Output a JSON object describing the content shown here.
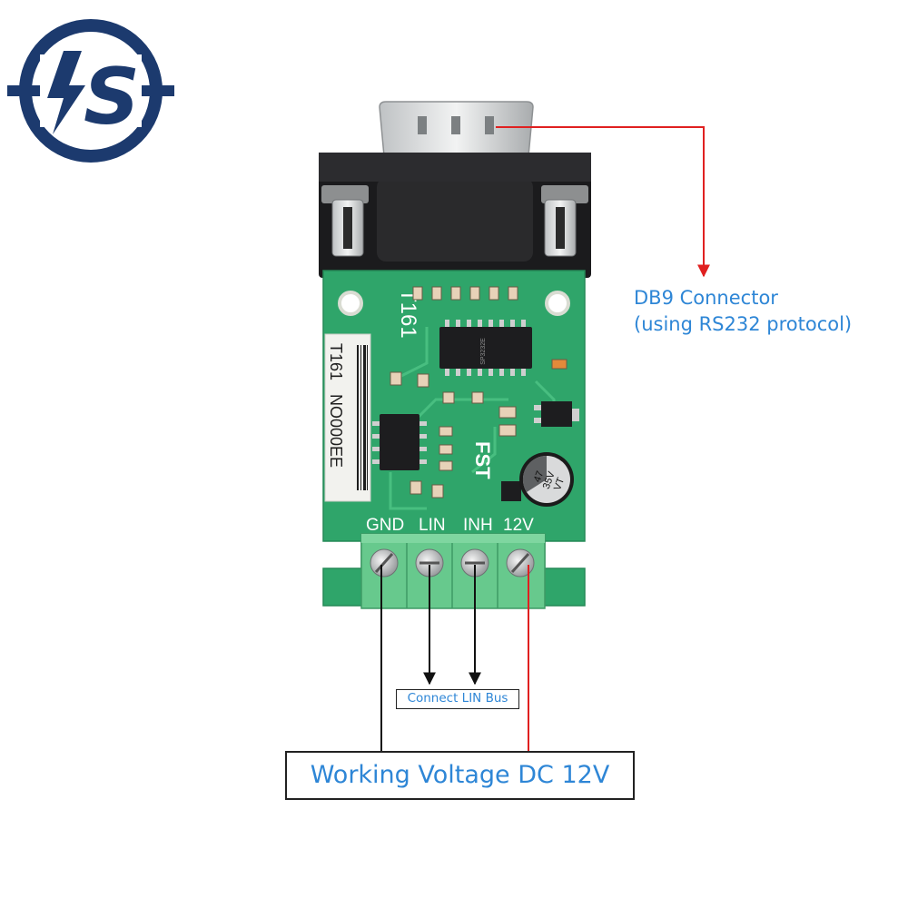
{
  "logo": {
    "name": "brand-logo-icon",
    "text": "S",
    "color": "#1c3a6e"
  },
  "board": {
    "model_label": "T161",
    "sticker_line1": "T161",
    "sticker_line2": "NO000EE",
    "chip_marking": "SP3232E",
    "brand_mark": "FST",
    "capacitor": {
      "line1": "47",
      "line2": "35V",
      "line3": "VT"
    },
    "pins": [
      "GND",
      "LIN",
      "INH",
      "12V"
    ]
  },
  "annotations": {
    "db9_line1": "DB9 Connector",
    "db9_line2": "(using RS232 protocol)",
    "lin_bus": "Connect LIN Bus",
    "voltage": "Working Voltage DC 12V"
  },
  "colors": {
    "pcb": "#2fa56a",
    "terminal": "#67c98d",
    "label_text": "#2e86d6",
    "arrow_red": "#e02020",
    "arrow_black": "#111111"
  }
}
